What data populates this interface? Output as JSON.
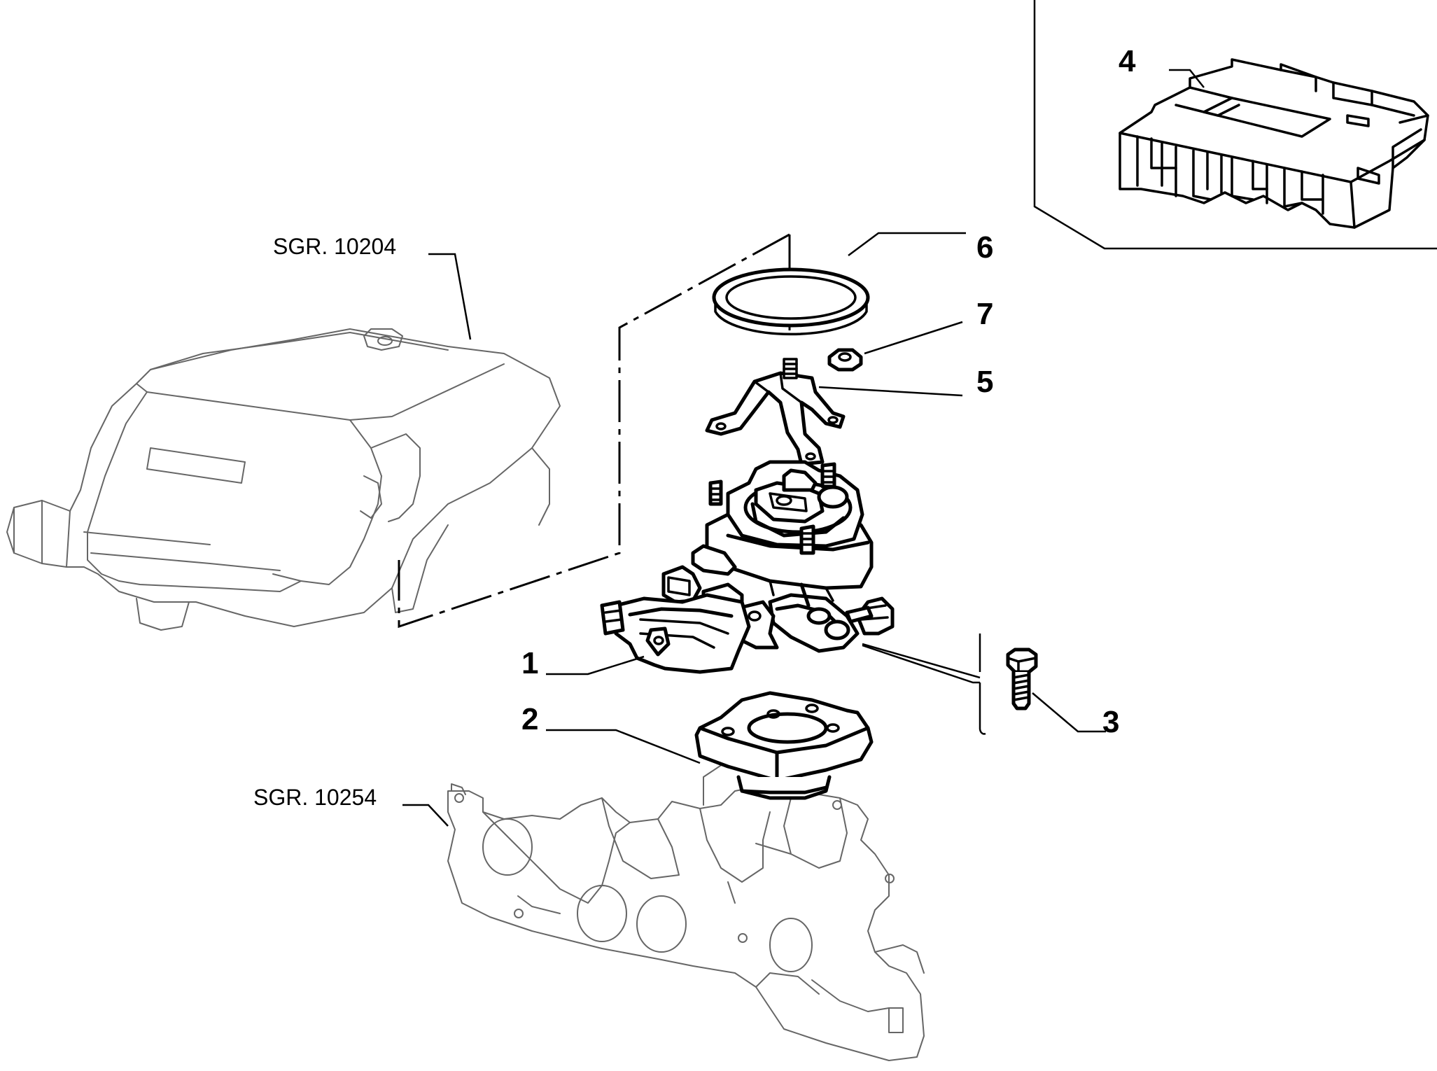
{
  "references": {
    "air_filter": "SGR. 10204",
    "intake_manifold": "SGR. 10254"
  },
  "callouts": {
    "c1": "1",
    "c2": "2",
    "c3": "3",
    "c4": "4",
    "c5": "5",
    "c6": "6",
    "c7": "7"
  },
  "colors": {
    "line": "#000000",
    "context_line": "#666666",
    "background": "#ffffff"
  }
}
